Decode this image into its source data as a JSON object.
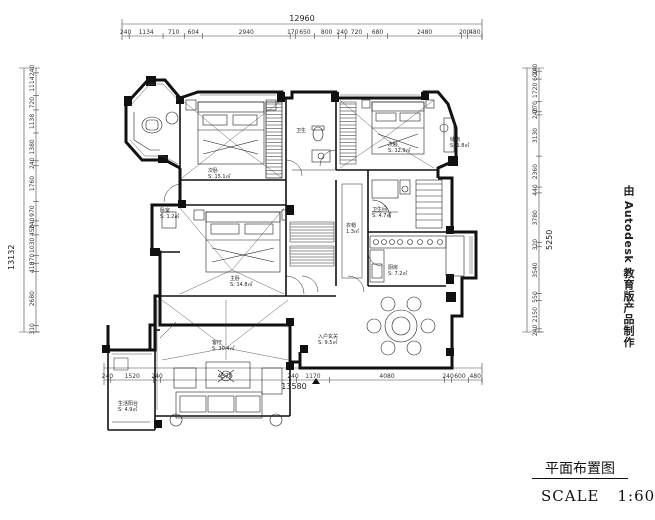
{
  "watermark": "由 Autodesk 教育版产品制作",
  "drawing": {
    "title": "平面布置图",
    "scale_label": "SCALE",
    "scale_value": "1:60"
  },
  "dims": {
    "top_total": "12960",
    "top": [
      "240",
      "1134",
      "710",
      "604",
      "2940",
      "170",
      "650",
      "800",
      "240",
      "720",
      "680",
      "2480",
      "200",
      "480"
    ],
    "bottom_total": "13580",
    "bottom": [
      "240",
      "1520",
      "240",
      "4570",
      "240",
      "1170",
      "4080",
      "240",
      "600",
      "480"
    ],
    "left_total": "13132",
    "left": [
      "240",
      "1114",
      "720",
      "1138",
      "1380",
      "240",
      "1760",
      "970",
      "240",
      "450",
      "1030",
      "370",
      "410",
      "2680",
      "310"
    ],
    "right": [
      "240",
      "600",
      "1720",
      "770",
      "240",
      "3130",
      "2360",
      "440",
      "3780",
      "320",
      "3540",
      "550",
      "2150",
      "240"
    ],
    "right_mid": "5250"
  },
  "rooms": [
    {
      "name": "次卧",
      "area": "S: 15.1㎡"
    },
    {
      "name": "卫生",
      "area": ""
    },
    {
      "name": "次卧",
      "area": "S: 12.9㎡"
    },
    {
      "name": "储物",
      "area": "S: 1.8㎡"
    },
    {
      "name": "卧室",
      "area": "S: 1.2㎡"
    },
    {
      "name": "主卧",
      "area": "S: 14.8㎡"
    },
    {
      "name": "衣帽",
      "area": "1.3㎡"
    },
    {
      "name": "卫生间",
      "area": "S: 4.7㎡"
    },
    {
      "name": "厨房",
      "area": "S: 7.2㎡"
    },
    {
      "name": "入户玄关",
      "area": "S: 9.5㎡"
    },
    {
      "name": "客厅",
      "area": "S: 30.4㎡"
    },
    {
      "name": "生活阳台",
      "area": "S: 4.9㎡"
    }
  ]
}
